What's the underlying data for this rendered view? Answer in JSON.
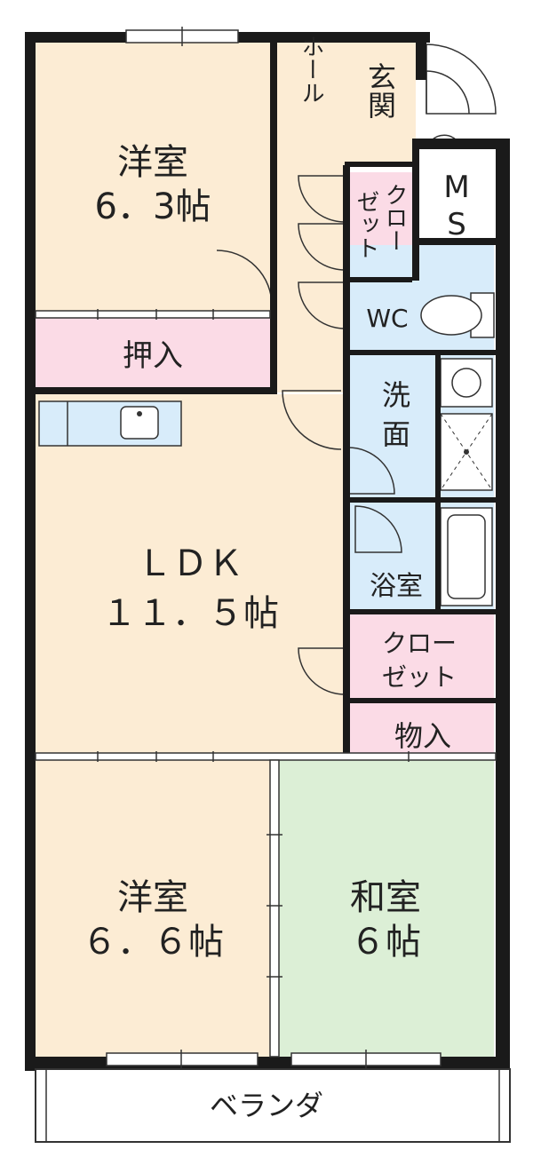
{
  "rooms": {
    "western_top": {
      "name": "洋室",
      "size": "6．3帖"
    },
    "oshiire": {
      "name": "押入"
    },
    "hall": {
      "name": "ホール"
    },
    "genkan": {
      "name": "玄関"
    },
    "closet_upper": {
      "line1": "クロー",
      "line2": "ゼット"
    },
    "ms": {
      "line1": "M",
      "line2": "S"
    },
    "wc": {
      "name": "WC"
    },
    "washroom": {
      "line1": "洗",
      "line2": "面"
    },
    "bath": {
      "name": "浴室"
    },
    "ldk": {
      "name": "ＬＤＫ",
      "size": "１１．５帖"
    },
    "closet_lower": {
      "line1": "クロー",
      "line2": "ゼット"
    },
    "storage": {
      "name": "物入"
    },
    "western_bottom": {
      "name": "洋室",
      "size": "６．６帖"
    },
    "japanese": {
      "name": "和室",
      "size": "６帖"
    },
    "veranda": {
      "name": "ベランダ"
    }
  },
  "colors": {
    "western": "#fcecd4",
    "ldk": "#fcecd4",
    "closet": "#fbdbe6",
    "water": "#d8ecfa",
    "japanese": "#dcefd6",
    "wall": "#1a1a1a",
    "white": "#ffffff"
  }
}
